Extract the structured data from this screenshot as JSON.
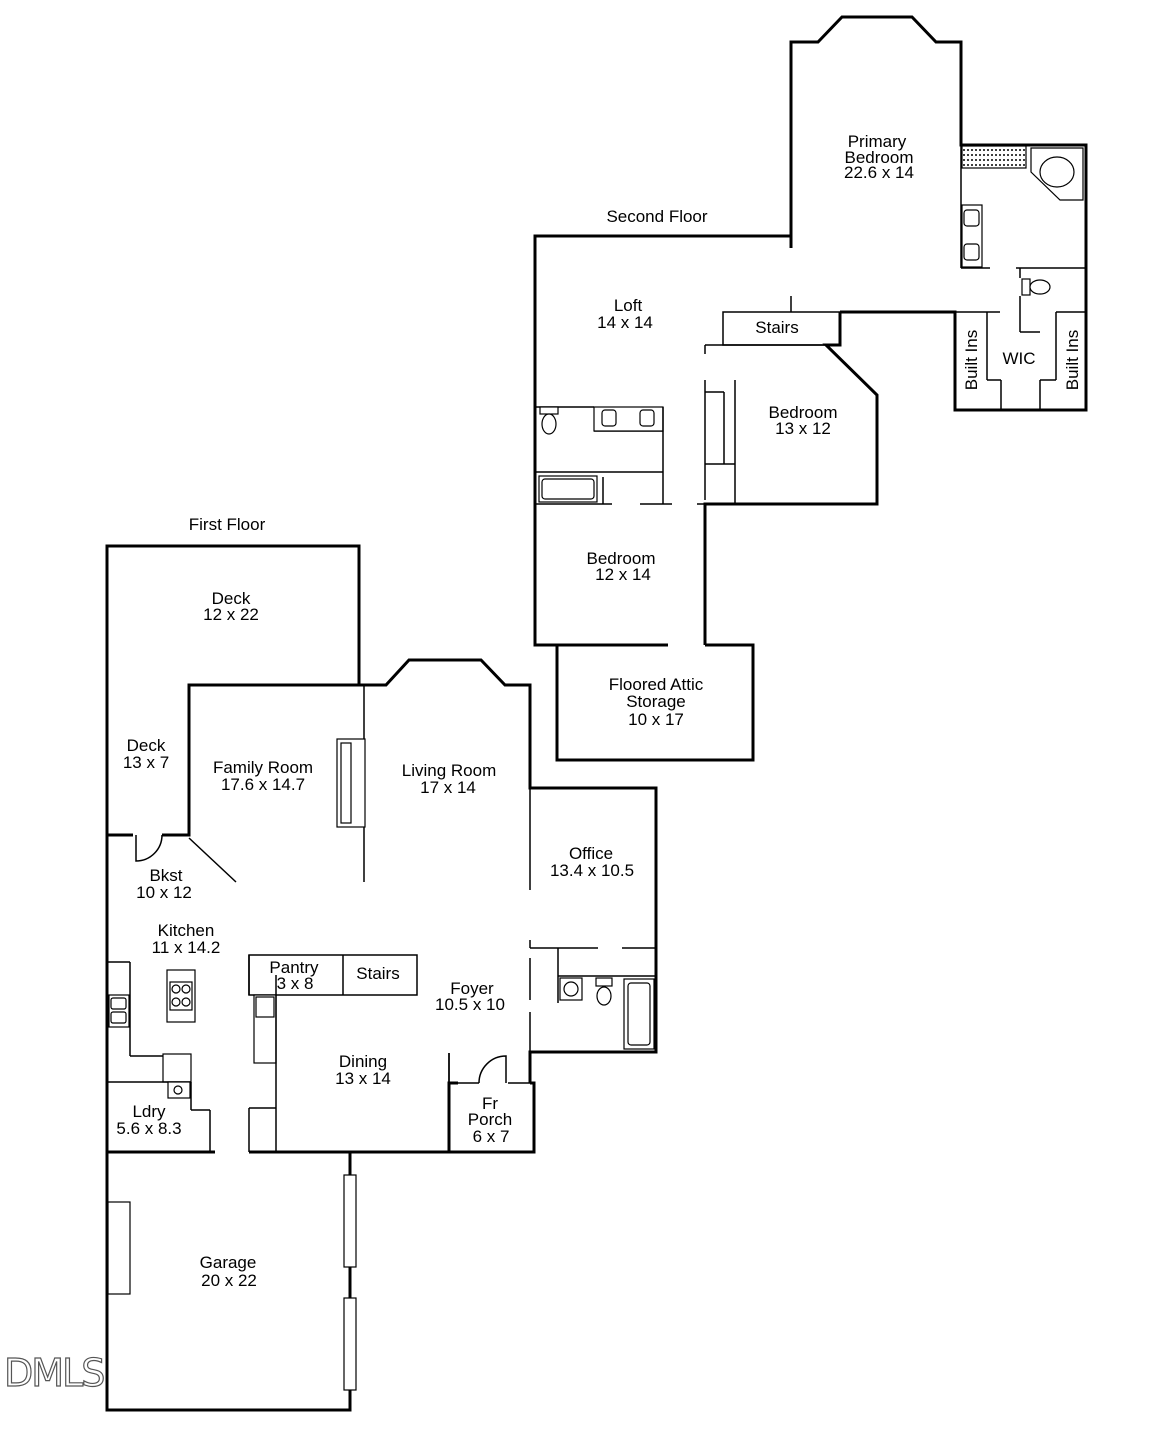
{
  "floors": {
    "second": {
      "title": "Second Floor"
    },
    "first": {
      "title": "First Floor"
    }
  },
  "rooms": {
    "primary_bedroom": {
      "name_l1": "Primary",
      "name_l2": "Bedroom",
      "dims": "22.6 x 14"
    },
    "loft": {
      "name": "Loft",
      "dims": "14 x 14"
    },
    "stairs_upper": {
      "name": "Stairs"
    },
    "bedroom_a": {
      "name": "Bedroom",
      "dims": "13 x 12"
    },
    "bedroom_b": {
      "name": "Bedroom",
      "dims": "12 x 14"
    },
    "attic": {
      "name_l1": "Floored Attic",
      "name_l2": "Storage",
      "dims": "10 x 17"
    },
    "built_ins_left": {
      "name": "Built Ins"
    },
    "built_ins_right": {
      "name": "Built Ins"
    },
    "wic": {
      "name": "WIC"
    },
    "deck_main": {
      "name": "Deck",
      "dims": "12 x 22"
    },
    "deck_small": {
      "name": "Deck",
      "dims": "13 x 7"
    },
    "family_room": {
      "name": "Family Room",
      "dims": "17.6 x 14.7"
    },
    "living_room": {
      "name": "Living Room",
      "dims": "17 x 14"
    },
    "office": {
      "name": "Office",
      "dims": "13.4 x 10.5"
    },
    "bkst": {
      "name": "Bkst",
      "dims": "10 x 12"
    },
    "kitchen": {
      "name": "Kitchen",
      "dims": "11 x 14.2"
    },
    "pantry": {
      "name": "Pantry",
      "dims": "3 x 8"
    },
    "stairs_lower": {
      "name": "Stairs"
    },
    "foyer": {
      "name": "Foyer",
      "dims": "10.5 x 10"
    },
    "dining": {
      "name": "Dining",
      "dims": "13 x 14"
    },
    "laundry": {
      "name": "Ldry",
      "dims": "5.6 x 8.3"
    },
    "front_porch": {
      "name_l1": "Fr",
      "name_l2": "Porch",
      "dims": "6 x 7"
    },
    "garage": {
      "name": "Garage",
      "dims": "20 x 22"
    }
  },
  "watermark": {
    "text": "DMLS"
  }
}
